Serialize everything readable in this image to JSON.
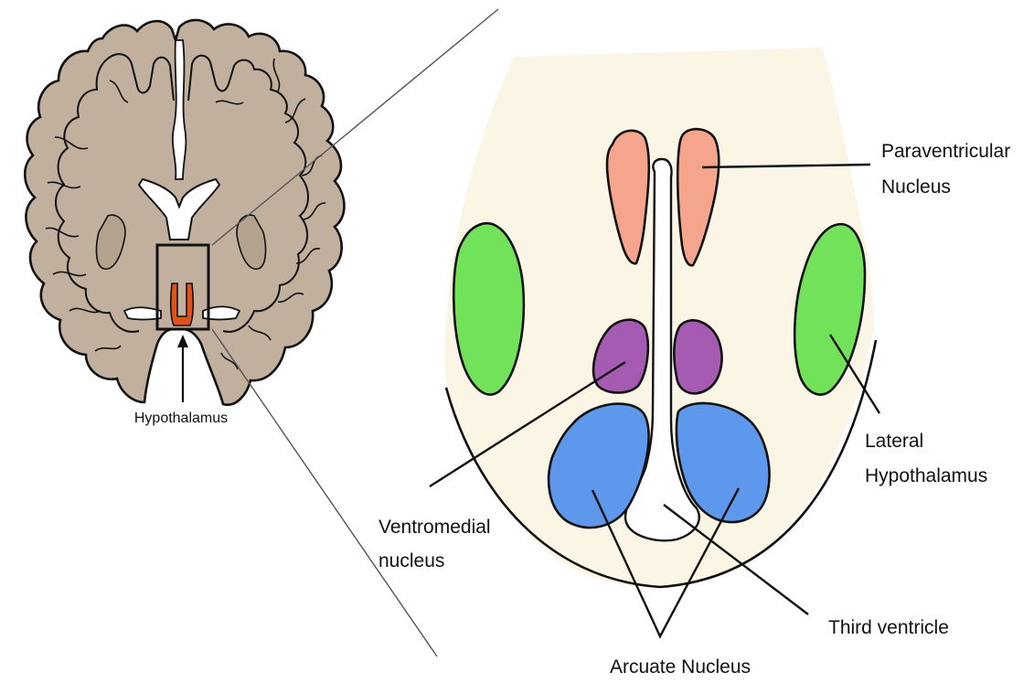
{
  "labels": {
    "hypothalamus": "Hypothalamus",
    "paraventricular_line1": "Paraventricular",
    "paraventricular_line2": "Nucleus",
    "lateral_line1": "Lateral",
    "lateral_line2": "Hypothalamus",
    "ventromedial_line1": "Ventromedial",
    "ventromedial_line2": "nucleus",
    "third_ventricle": "Third ventricle",
    "arcuate": "Arcuate Nucleus"
  },
  "colors": {
    "brain_tissue": "#c0b09d",
    "detail_background": "#fbf5e6",
    "hypothalamus_highlight": "#e0521a",
    "paraventricular": "#f6a58d",
    "lateral_hypothalamus": "#72e25a",
    "ventromedial": "#a65bb2",
    "arcuate": "#5e98ec"
  }
}
